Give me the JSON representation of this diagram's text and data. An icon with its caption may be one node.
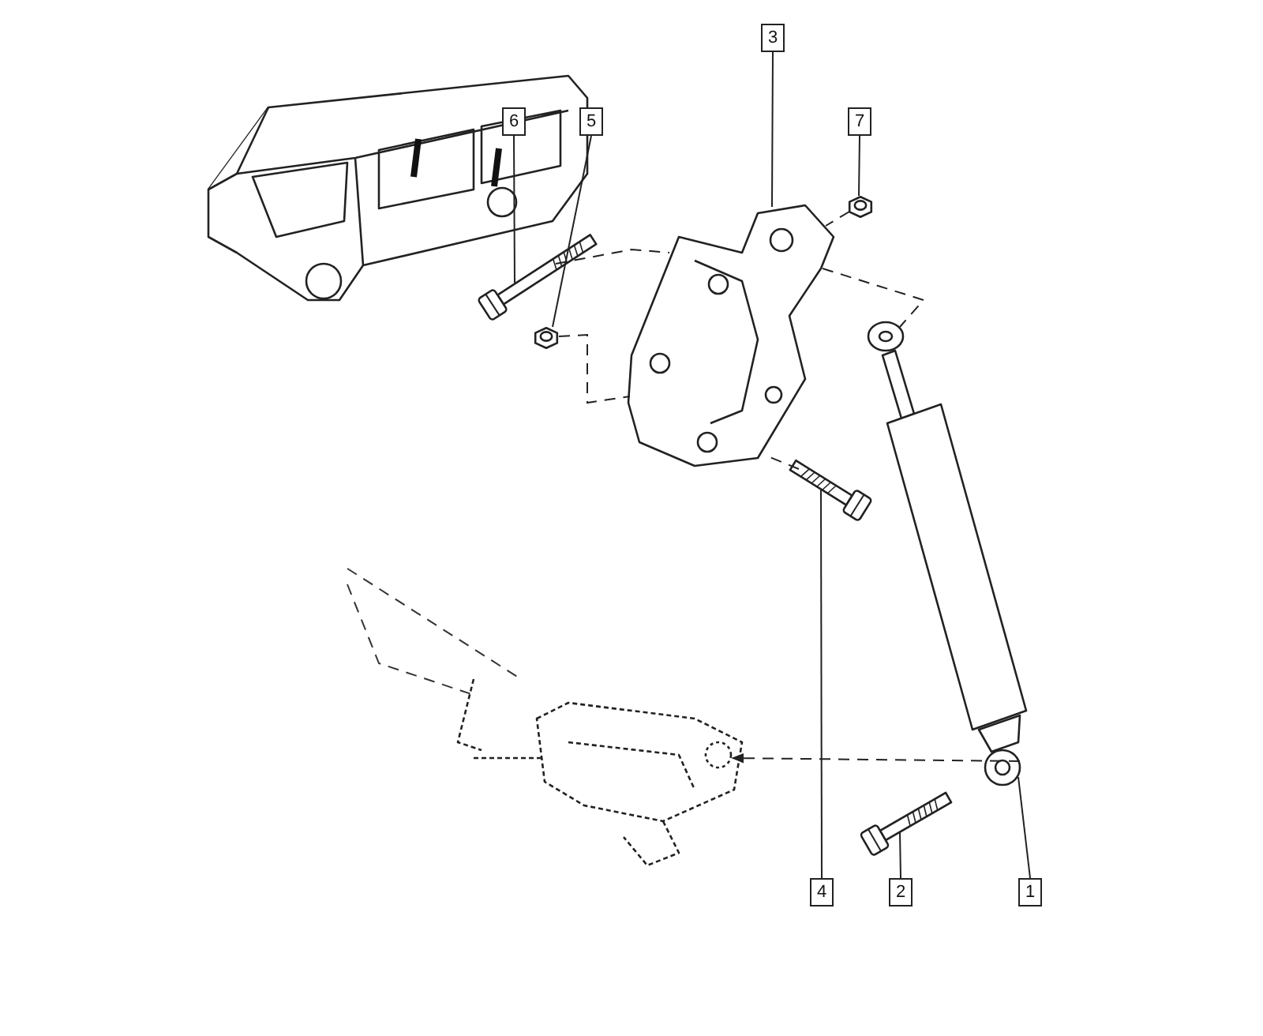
{
  "diagram": {
    "nodes": [
      {
        "text": [
          "6"
        ]
      },
      {
        "text": [
          "5"
        ]
      },
      {
        "text": [
          "3"
        ]
      },
      {
        "text": [
          "7"
        ]
      },
      {
        "text": [
          "4"
        ]
      },
      {
        "text": [
          "2"
        ]
      },
      {
        "text": [
          "1"
        ]
      },
      {
        "text": [],
        "shape": "picture"
      },
      {
        "text": [],
        "shape": "picture"
      },
      {
        "text": [],
        "shape": "picture"
      },
      {
        "text": [],
        "shape": "picture"
      },
      {
        "text": [],
        "shape": "picture"
      },
      {
        "text": [],
        "shape": "picture"
      },
      {
        "text": [],
        "shape": "picture"
      },
      {
        "text": [],
        "shape": "picture"
      }
    ],
    "edges": [
      {
        "from": 0,
        "to": 7,
        "arrow": "none"
      },
      {
        "from": 1,
        "to": 8,
        "arrow": "none"
      },
      {
        "from": 2,
        "to": 9,
        "arrow": "none"
      },
      {
        "from": 3,
        "to": 10,
        "arrow": "none"
      },
      {
        "from": 4,
        "to": 11,
        "arrow": "none"
      },
      {
        "from": 5,
        "to": 12,
        "arrow": "none"
      },
      {
        "from": 6,
        "to": 13,
        "arrow": "none"
      },
      {
        "from": 13,
        "to": 14,
        "arrow": "to",
        "style": "dashed"
      },
      {
        "from": 7,
        "to": 9,
        "arrow": "none",
        "style": "dashed"
      },
      {
        "from": 8,
        "to": 9,
        "arrow": "none",
        "style": "dashed"
      },
      {
        "from": 10,
        "to": 9,
        "arrow": "none",
        "style": "dashed"
      },
      {
        "from": 9,
        "to": 13,
        "arrow": "none",
        "style": "dashed"
      },
      {
        "from": 11,
        "to": 9,
        "arrow": "none",
        "style": "dashed"
      }
    ]
  }
}
